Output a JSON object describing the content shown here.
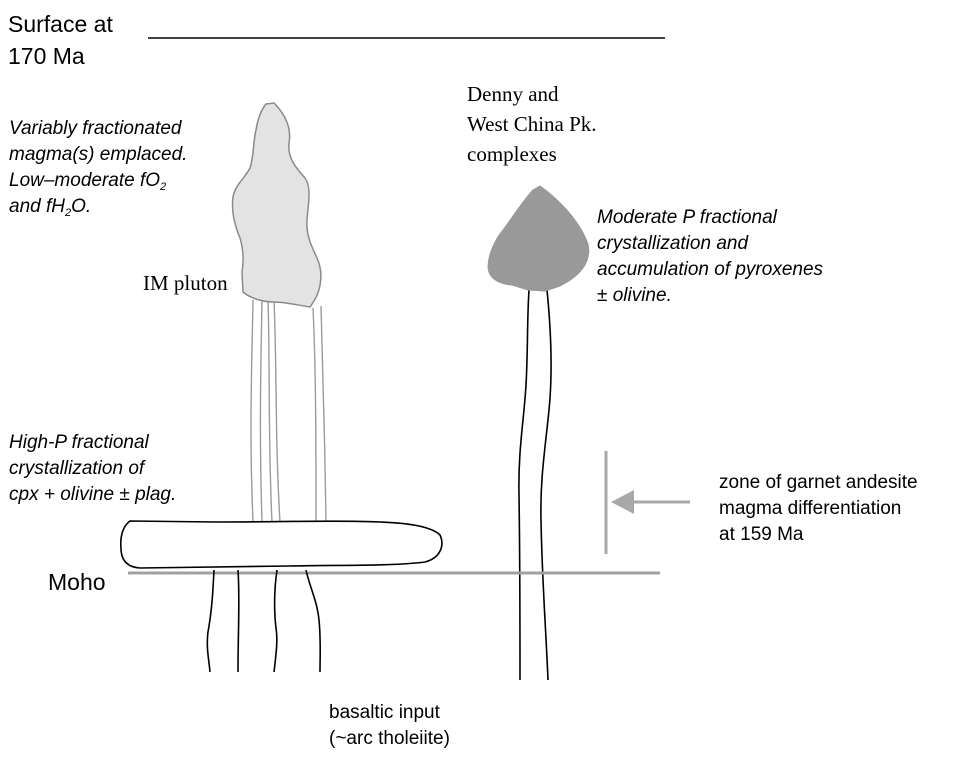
{
  "labels": {
    "surface_line1": "Surface at",
    "surface_line2": "170 Ma",
    "moho": "Moho",
    "im_pluton": "IM pluton",
    "denny_line1": "Denny and",
    "denny_line2": "West China Pk.",
    "denny_line3": "complexes",
    "basaltic_line1": "basaltic input",
    "basaltic_line2": "(~arc tholeiite)",
    "zone_line1": "zone of garnet andesite",
    "zone_line2": "magma differentiation",
    "zone_line3": "at 159 Ma"
  },
  "annotations": {
    "im_line1": "Variably fractionated",
    "im_line2": "magma(s) emplaced.",
    "im_line3_pre": "Low–moderate fO",
    "im_line3_sub": "2",
    "im_line4_pre": "and fH",
    "im_line4_sub": "2",
    "im_line4_post": "O.",
    "denny_line1": "Moderate P fractional",
    "denny_line2": "crystallization and",
    "denny_line3": "accumulation of pyroxenes",
    "denny_line4": "± olivine.",
    "highp_line1": "High-P fractional",
    "highp_line2": "crystallization of",
    "highp_line3": "cpx + olivine ± plag."
  },
  "colors": {
    "ink": "#000000",
    "im_pluton_fill": "#e3e3e3",
    "im_pluton_stroke": "#8a8a8a",
    "denny_fill": "#999999",
    "moho_line": "#a0a0a0",
    "zone_marker": "#a8a8a8",
    "feeder_light": "#9a9a9a"
  }
}
